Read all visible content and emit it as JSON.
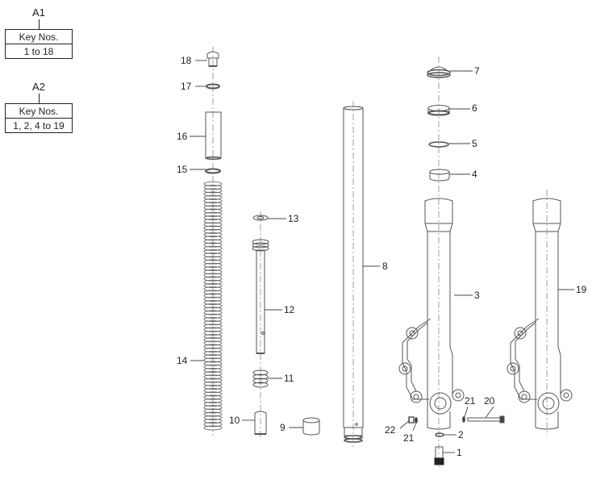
{
  "key_tables": [
    {
      "assembly": "A1",
      "header": "Key Nos.",
      "range": "1 to 18"
    },
    {
      "assembly": "A2",
      "header": "Key Nos.",
      "range": "1, 2, 4 to 19"
    }
  ],
  "callouts": {
    "c1": "1",
    "c2": "2",
    "c3": "3",
    "c4": "4",
    "c5": "5",
    "c6": "6",
    "c7": "7",
    "c8": "8",
    "c9": "9",
    "c10": "10",
    "c11": "11",
    "c12": "12",
    "c13": "13",
    "c14": "14",
    "c15": "15",
    "c16": "16",
    "c17": "17",
    "c18": "18",
    "c19": "19",
    "c20": "20",
    "c21a": "21",
    "c21b": "21",
    "c22": "22"
  },
  "colors": {
    "line": "#555555",
    "text": "#222222",
    "background": "#ffffff"
  }
}
